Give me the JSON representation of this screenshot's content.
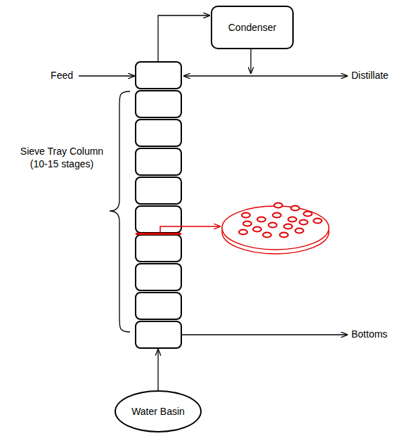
{
  "diagram": {
    "nodes": [
      {
        "text": [
          "Condenser"
        ]
      },
      {
        "text": [
          "Water Basin"
        ]
      }
    ],
    "labels": [
      "Feed",
      "Distillate",
      "Sieve Tray Column (10-15 stages)",
      "Bottoms"
    ]
  }
}
